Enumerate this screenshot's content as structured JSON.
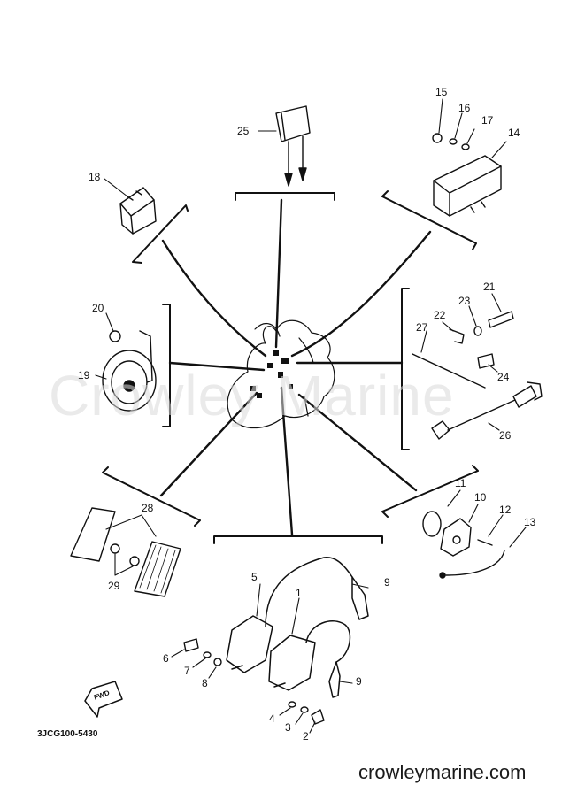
{
  "diagram_code": "3JCG100-5430",
  "watermark": "Crowley Marine",
  "site": "crowleymarine.com",
  "fwd_label": "FWD",
  "callouts": {
    "c1": "1",
    "c2": "2",
    "c3": "3",
    "c4": "4",
    "c5": "5",
    "c6": "6",
    "c7": "7",
    "c8": "8",
    "c9a": "9",
    "c9b": "9",
    "c10": "10",
    "c11": "11",
    "c12": "12",
    "c13": "13",
    "c14": "14",
    "c15": "15",
    "c16": "16",
    "c17": "17",
    "c18": "18",
    "c19": "19",
    "c20": "20",
    "c21": "21",
    "c22": "22",
    "c23": "23",
    "c24": "24",
    "c25": "25",
    "c26": "26",
    "c27": "27",
    "c28": "28",
    "c29": "29"
  }
}
